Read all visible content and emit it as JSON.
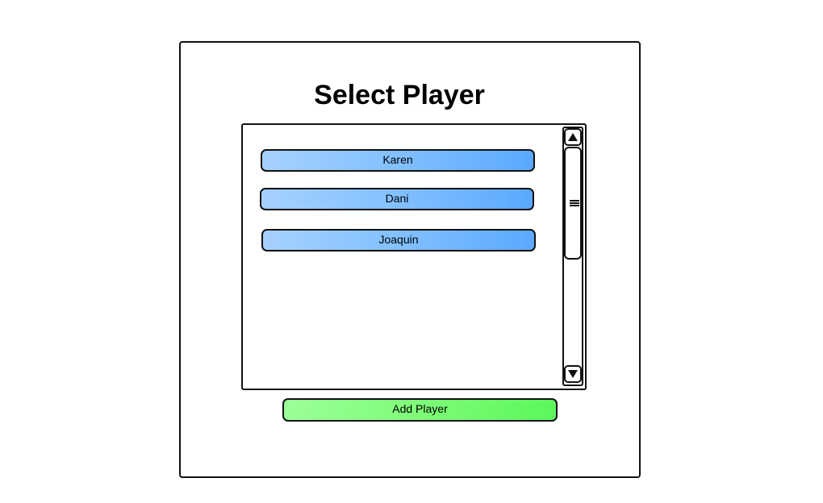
{
  "dialog": {
    "title": "Select Player"
  },
  "players": [
    {
      "name": "Karen"
    },
    {
      "name": "Dani"
    },
    {
      "name": "Joaquin"
    }
  ],
  "actions": {
    "add_player_label": "Add Player"
  },
  "icons": {
    "scroll_up": "triangle-up-icon",
    "scroll_down": "triangle-down-icon",
    "thumb_grip": "grip-lines-icon"
  },
  "colors": {
    "player_button_gradient": [
      "#a6d1ff",
      "#5aa9ff"
    ],
    "add_button_gradient": [
      "#9bff98",
      "#5cf75c"
    ],
    "border": "#111111"
  }
}
